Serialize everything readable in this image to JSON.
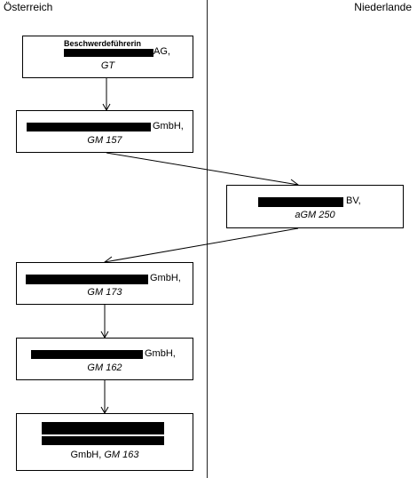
{
  "columns": {
    "left_label": "Österreich",
    "right_label": "Niederlande"
  },
  "entities": [
    {
      "id": "gt",
      "role_label": "Beschwerdeführerin",
      "legal_form": "AG,",
      "code": "GT"
    },
    {
      "id": "gm157",
      "legal_form": "GmbH,",
      "code": "GM 157"
    },
    {
      "id": "agm250",
      "legal_form": "BV,",
      "code": "aGM 250"
    },
    {
      "id": "gm173",
      "legal_form": "GmbH,",
      "code": "GM 173"
    },
    {
      "id": "gm162",
      "legal_form": "GmbH,",
      "code": "GM 162"
    },
    {
      "id": "gm163",
      "legal_form": "GmbH,",
      "code": "GM 163"
    }
  ],
  "relations": [
    {
      "from": "GT",
      "to": "GM 157"
    },
    {
      "from": "GM 157",
      "to": "aGM 250"
    },
    {
      "from": "aGM 250",
      "to": "GM 173"
    },
    {
      "from": "GM 173",
      "to": "GM 162"
    },
    {
      "from": "GM 162",
      "to": "GM 163"
    }
  ],
  "redaction_color": "#000000"
}
